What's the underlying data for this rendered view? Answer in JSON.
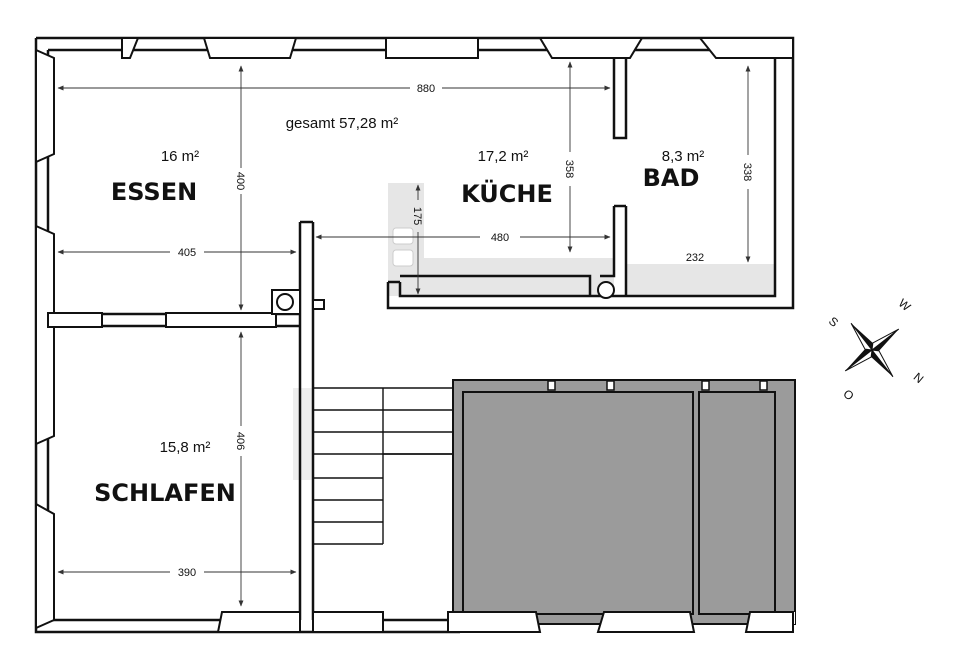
{
  "plan": {
    "total_area": "gesamt 57,28 m²",
    "rooms": {
      "essen": {
        "name": "ESSEN",
        "area": "16 m²"
      },
      "kueche": {
        "name": "KÜCHE",
        "area": "17,2 m²"
      },
      "bad": {
        "name": "BAD",
        "area": "8,3 m²"
      },
      "schlafen": {
        "name": "SCHLAFEN",
        "area": "15,8 m²"
      }
    },
    "dimensions": {
      "d880": "880",
      "d400": "400",
      "d405": "405",
      "d175": "175",
      "d480": "480",
      "d358": "358",
      "d338": "338",
      "d232": "232",
      "d406": "406",
      "d390": "390"
    },
    "compass": {
      "n": "N",
      "s": "S",
      "w": "W",
      "o": "O"
    }
  },
  "colors": {
    "wall": "#111111",
    "shaded": "#9b9b9b",
    "light": "#e6e6e6"
  }
}
